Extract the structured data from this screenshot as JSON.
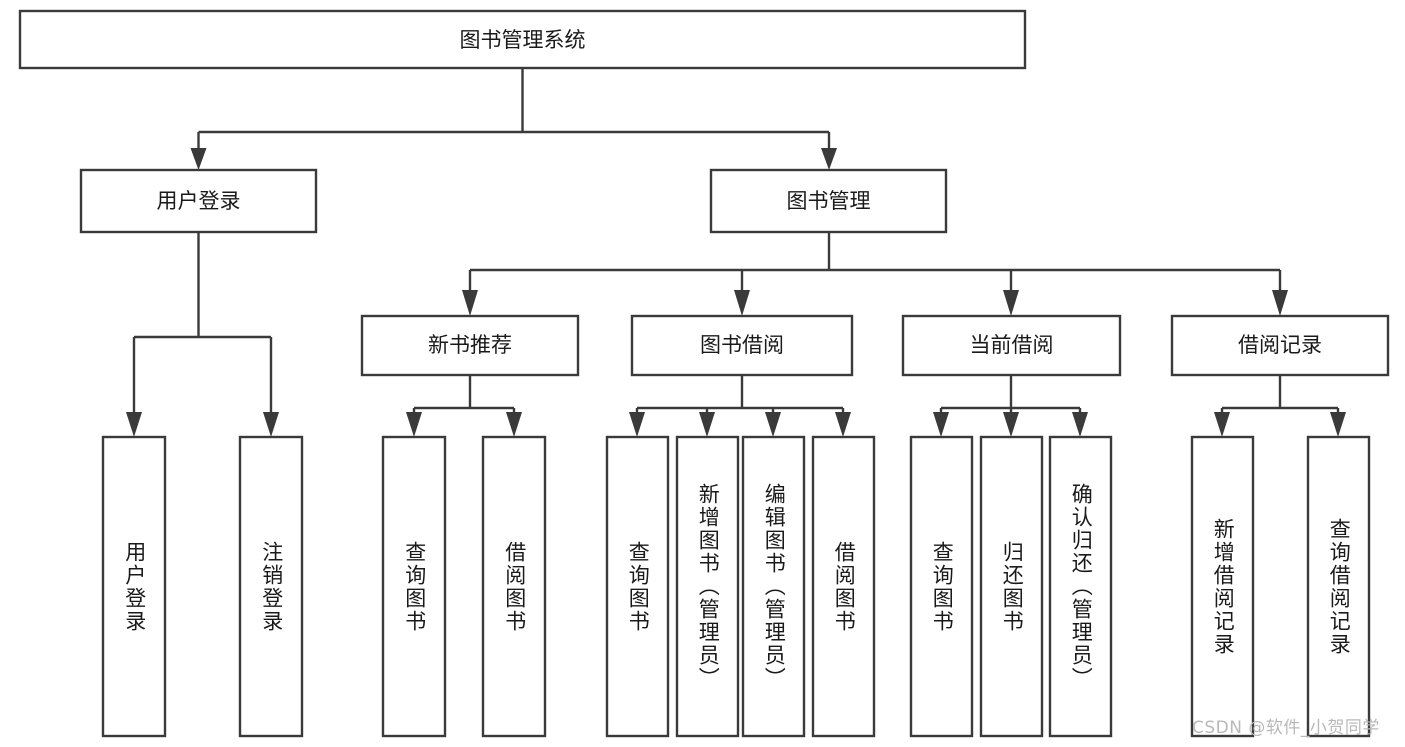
{
  "diagram": {
    "type": "tree",
    "title": "图书管理系统",
    "root": {
      "id": "root",
      "label": "图书管理系统",
      "orientation": "horizontal"
    },
    "level2": [
      {
        "id": "user-login",
        "label": "用户登录",
        "orientation": "horizontal"
      },
      {
        "id": "book-management",
        "label": "图书管理",
        "orientation": "horizontal"
      }
    ],
    "level3": [
      {
        "id": "new-book-recommend",
        "label": "新书推荐",
        "orientation": "horizontal",
        "parent": "book-management"
      },
      {
        "id": "book-borrow",
        "label": "图书借阅",
        "orientation": "horizontal",
        "parent": "book-management"
      },
      {
        "id": "current-borrow",
        "label": "当前借阅",
        "orientation": "horizontal",
        "parent": "book-management"
      },
      {
        "id": "borrow-record",
        "label": "借阅记录",
        "orientation": "horizontal",
        "parent": "book-management"
      }
    ],
    "leaves": [
      {
        "id": "leaf-user-login",
        "label": "用户登录",
        "parent": "user-login",
        "orientation": "vertical"
      },
      {
        "id": "leaf-logout",
        "label": "注销登录",
        "parent": "user-login",
        "orientation": "vertical"
      },
      {
        "id": "leaf-query-book-1",
        "label": "查询图书",
        "parent": "new-book-recommend",
        "orientation": "vertical"
      },
      {
        "id": "leaf-borrow-book-1",
        "label": "借阅图书",
        "parent": "new-book-recommend",
        "orientation": "vertical"
      },
      {
        "id": "leaf-query-book-2",
        "label": "查询图书",
        "parent": "book-borrow",
        "orientation": "vertical"
      },
      {
        "id": "leaf-add-book",
        "label": "新增图书（管理员）",
        "parent": "book-borrow",
        "orientation": "vertical"
      },
      {
        "id": "leaf-edit-book",
        "label": "编辑图书（管理员）",
        "parent": "book-borrow",
        "orientation": "vertical"
      },
      {
        "id": "leaf-borrow-book-2",
        "label": "借阅图书",
        "parent": "book-borrow",
        "orientation": "vertical"
      },
      {
        "id": "leaf-query-book-3",
        "label": "查询图书",
        "parent": "current-borrow",
        "orientation": "vertical"
      },
      {
        "id": "leaf-return-book",
        "label": "归还图书",
        "parent": "current-borrow",
        "orientation": "vertical"
      },
      {
        "id": "leaf-confirm-return",
        "label": "确认归还（管理员）",
        "parent": "current-borrow",
        "orientation": "vertical"
      },
      {
        "id": "leaf-add-record",
        "label": "新增借阅记录",
        "parent": "borrow-record",
        "orientation": "vertical"
      },
      {
        "id": "leaf-query-record",
        "label": "查询借阅记录",
        "parent": "borrow-record",
        "orientation": "vertical"
      }
    ],
    "colors": {
      "box_fill": "#ffffff",
      "box_stroke": "#3a3a3a",
      "text": "#1a1a1a",
      "background": "#ffffff",
      "watermark": "#b9b9b9"
    }
  },
  "watermark": {
    "text": "CSDN @软件_小贺同学"
  }
}
